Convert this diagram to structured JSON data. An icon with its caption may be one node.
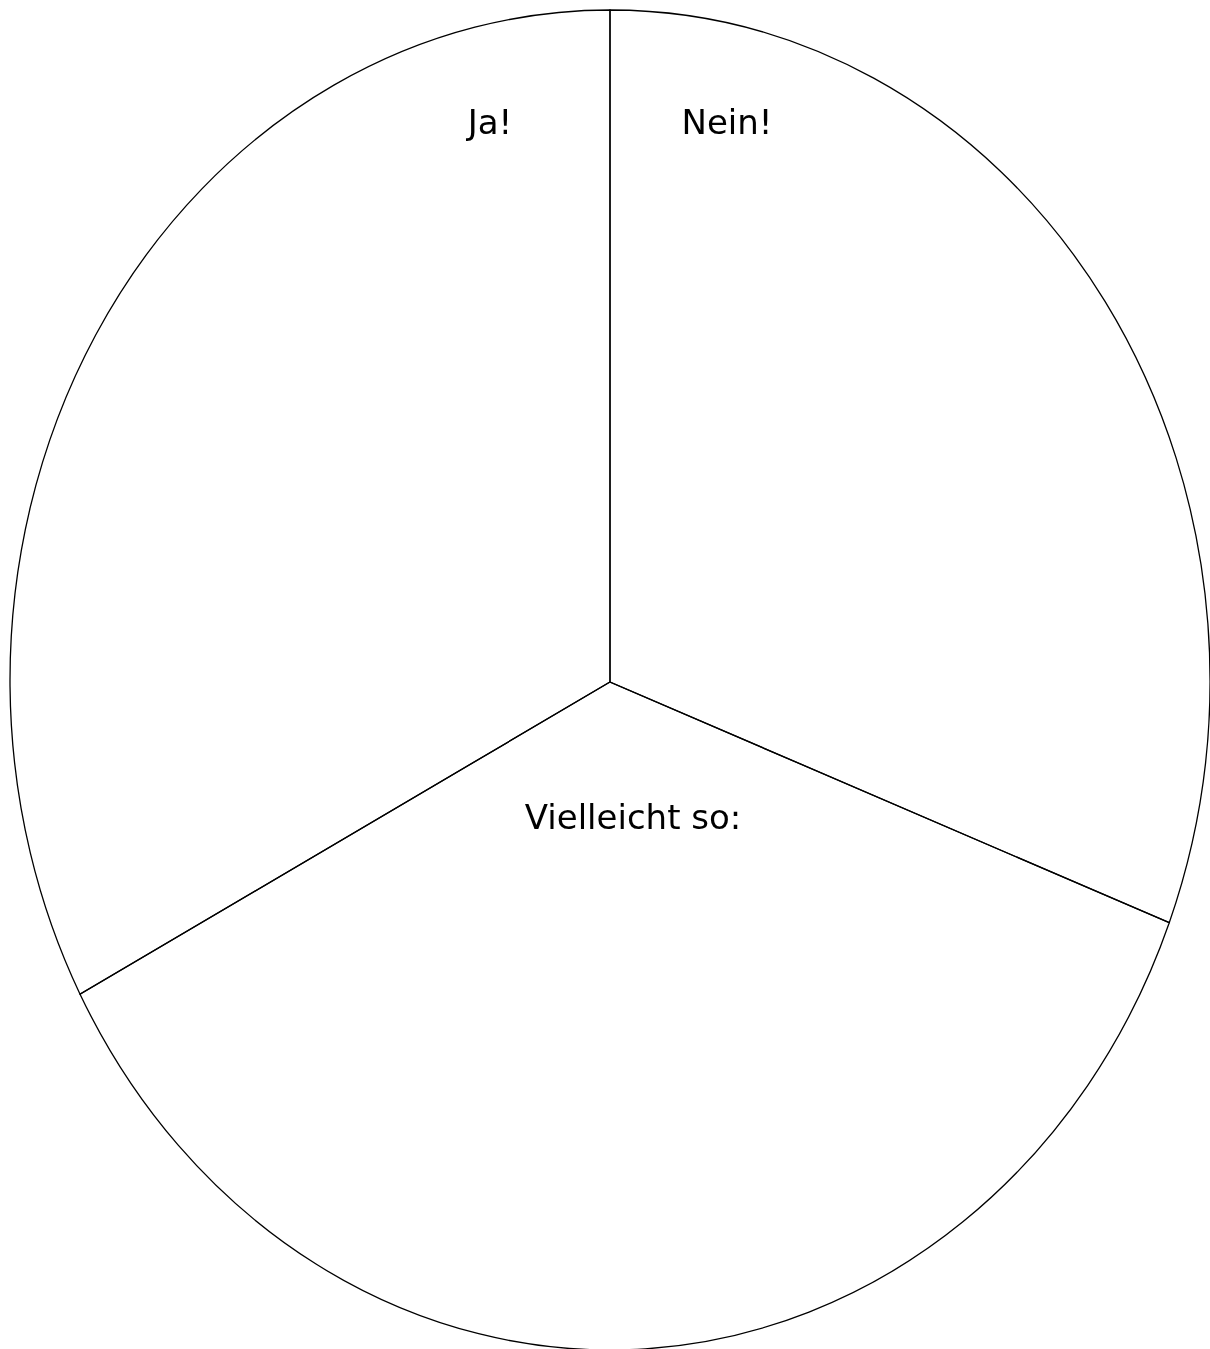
{
  "diagram": {
    "nodes": [
      {
        "text": [
          "Ja!"
        ]
      },
      {
        "text": [
          "Nein!"
        ]
      },
      {
        "text": [
          "Vielleicht so:"
        ]
      }
    ]
  }
}
